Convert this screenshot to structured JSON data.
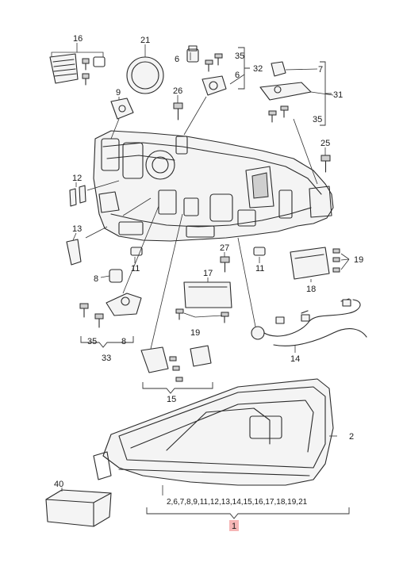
{
  "callouts": {
    "c16": "16",
    "c21": "21",
    "c6a": "6",
    "c35a": "35",
    "c32": "32",
    "c6b": "6",
    "c7": "7",
    "c31": "31",
    "c35b": "35",
    "c9": "9",
    "c26": "26",
    "c25": "25",
    "c12": "12",
    "c13": "13",
    "c11a": "11",
    "c27": "27",
    "c11b": "11",
    "c19a": "19",
    "c8a": "8",
    "c17": "17",
    "c18": "18",
    "c35c": "35",
    "c8b": "8",
    "c33": "33",
    "c19b": "19",
    "c14": "14",
    "c15": "15",
    "c2": "2",
    "c40": "40",
    "c_list": "2,6,7,8,9,11,12,13,14,15,16,17,18,19,21",
    "c1": "1"
  },
  "colors": {
    "highlight": "#f6b6b6",
    "line": "#2a2a2a"
  }
}
